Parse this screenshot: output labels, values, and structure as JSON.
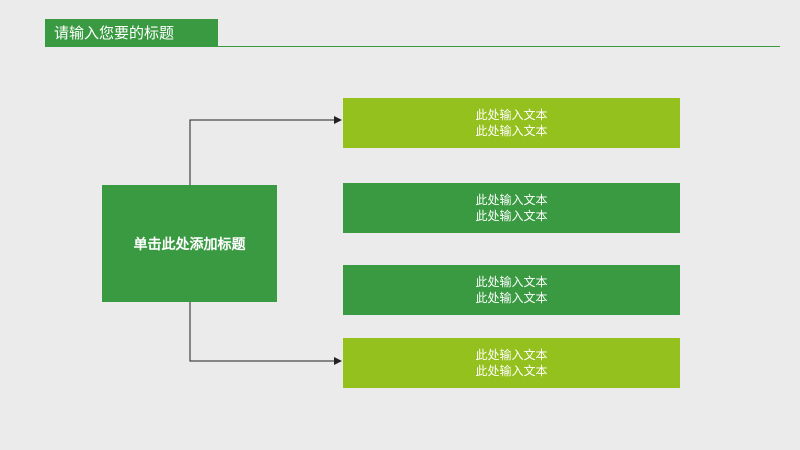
{
  "header": {
    "title": "请输入您要的标题"
  },
  "colors": {
    "background": "#ebebeb",
    "dark_green": "#3a9a42",
    "lime_green": "#95c11f",
    "arrow": "#222222"
  },
  "main_box": {
    "label": "单击此处添加标题"
  },
  "items": [
    {
      "line1": "此处输入文本",
      "line2": "此处输入文本",
      "color": "#95c11f"
    },
    {
      "line1": "此处输入文本",
      "line2": "此处输入文本",
      "color": "#3a9a42"
    },
    {
      "line1": "此处输入文本",
      "line2": "此处输入文本",
      "color": "#3a9a42"
    },
    {
      "line1": "此处输入文本",
      "line2": "此处输入文本",
      "color": "#95c11f"
    }
  ]
}
